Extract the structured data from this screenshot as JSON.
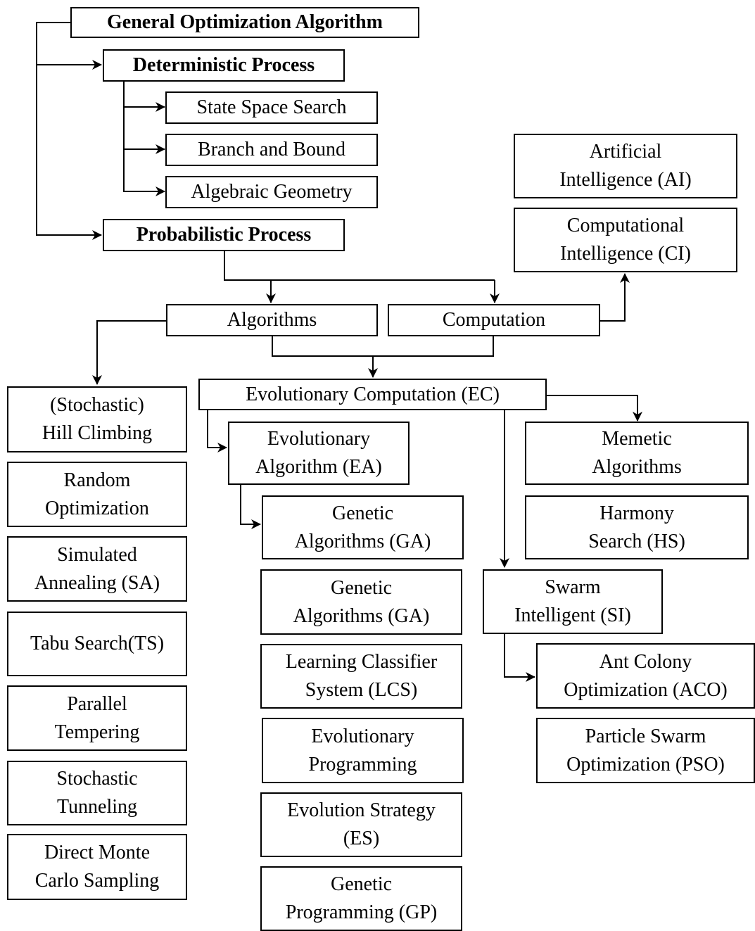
{
  "nodes": {
    "general": "General Optimization  Algorithm",
    "deterministic": "Deterministic  Process",
    "state_space": "State Space Search",
    "branch_bound": "Branch and Bound",
    "algebraic": "Algebraic Geometry",
    "probabilistic": "Probabilistic Process",
    "ai": "Artificial\nIntelligence (AI)",
    "ci": "Computational\nIntelligence (CI)",
    "algorithms": "Algorithms",
    "computation": "Computation",
    "ec": "Evolutionary Computation (EC)",
    "hill_climbing": "(Stochastic)\nHill Climbing",
    "random_opt": "Random\nOptimization",
    "simulated_annealing": "Simulated\nAnnealing (SA)",
    "tabu": "Tabu Search(TS)",
    "parallel_tempering": "Parallel\nTempering",
    "stochastic_tunneling": "Stochastic\nTunneling",
    "monte_carlo": "Direct Monte\nCarlo Sampling",
    "ea": "Evolutionary\nAlgorithm (EA)",
    "ga1": "Genetic\nAlgorithms (GA)",
    "ga2": "Genetic\nAlgorithms (GA)",
    "lcs": "Learning Classifier\nSystem (LCS)",
    "ep": "Evolutionary\nProgramming",
    "es": "Evolution Strategy\n(ES)",
    "gp": "Genetic\nProgramming  (GP)",
    "memetic": "Memetic\nAlgorithms",
    "harmony": "Harmony\nSearch (HS)",
    "swarm": "Swarm\nIntelligent (SI)",
    "aco": "Ant Colony\nOptimization (ACO)",
    "pso": "Particle Swarm\nOptimization (PSO)"
  }
}
